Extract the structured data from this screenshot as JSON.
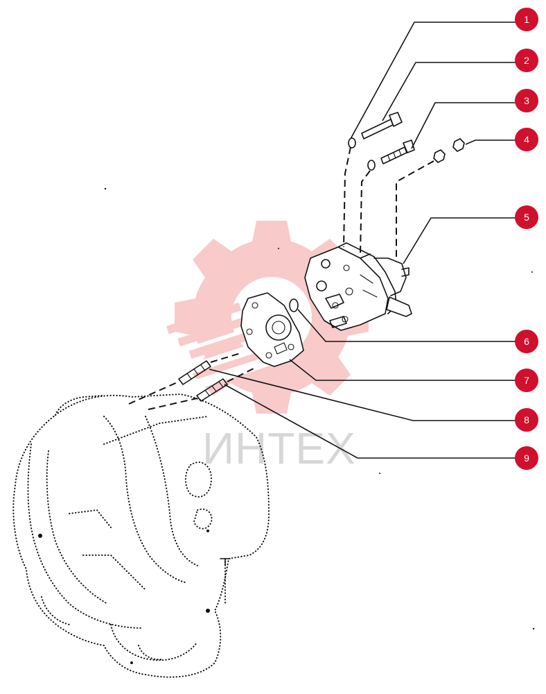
{
  "diagram": {
    "watermark": "ИНТЕХ",
    "accent_color": "#d0102c",
    "watermark_color": "#f08a8a",
    "callouts": [
      {
        "label": "1"
      },
      {
        "label": "2"
      },
      {
        "label": "3"
      },
      {
        "label": "4"
      },
      {
        "label": "5"
      },
      {
        "label": "6"
      },
      {
        "label": "7"
      },
      {
        "label": "8"
      },
      {
        "label": "9"
      }
    ]
  }
}
